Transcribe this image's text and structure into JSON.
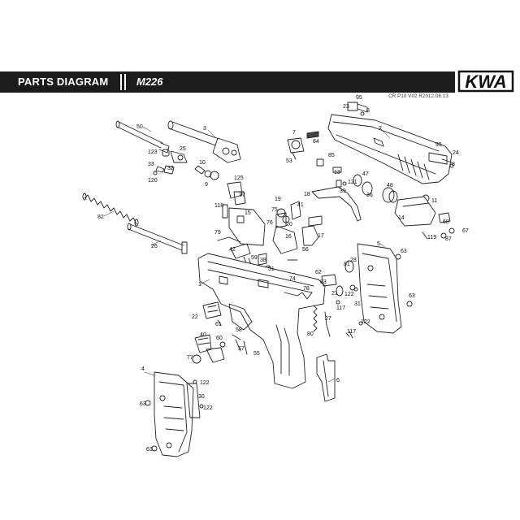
{
  "header": {
    "title": "PARTS DIAGRAM",
    "model": "M226",
    "version": "CR P10 V02 R2012.06.13",
    "brand": "KWA"
  },
  "parts": [
    {
      "id": "p95a",
      "label": "95"
    },
    {
      "id": "p23",
      "label": "23"
    },
    {
      "id": "p8a",
      "label": "8"
    },
    {
      "id": "p2",
      "label": "2"
    },
    {
      "id": "p50",
      "label": "50"
    },
    {
      "id": "p3",
      "label": "3"
    },
    {
      "id": "p7",
      "label": "7"
    },
    {
      "id": "p84",
      "label": "84"
    },
    {
      "id": "p95b",
      "label": "95"
    },
    {
      "id": "p24",
      "label": "24"
    },
    {
      "id": "p8b",
      "label": "8"
    },
    {
      "id": "p123",
      "label": "123"
    },
    {
      "id": "p25",
      "label": "25"
    },
    {
      "id": "p53",
      "label": "53"
    },
    {
      "id": "p85",
      "label": "85"
    },
    {
      "id": "p33",
      "label": "33"
    },
    {
      "id": "p32",
      "label": "32"
    },
    {
      "id": "p10",
      "label": "10"
    },
    {
      "id": "p120",
      "label": "120"
    },
    {
      "id": "p13",
      "label": "13"
    },
    {
      "id": "p121",
      "label": "121"
    },
    {
      "id": "p47",
      "label": "47"
    },
    {
      "id": "p125",
      "label": "125"
    },
    {
      "id": "p9",
      "label": "9"
    },
    {
      "id": "p48",
      "label": "48"
    },
    {
      "id": "p36",
      "label": "36"
    },
    {
      "id": "p37",
      "label": "37"
    },
    {
      "id": "p18",
      "label": "18"
    },
    {
      "id": "p39",
      "label": "39"
    },
    {
      "id": "p11",
      "label": "11"
    },
    {
      "id": "p19",
      "label": "19"
    },
    {
      "id": "p118",
      "label": "118"
    },
    {
      "id": "p75",
      "label": "75"
    },
    {
      "id": "p41",
      "label": "41"
    },
    {
      "id": "p15",
      "label": "15"
    },
    {
      "id": "p20",
      "label": "20"
    },
    {
      "id": "p76",
      "label": "76"
    },
    {
      "id": "p14",
      "label": "14"
    },
    {
      "id": "p68",
      "label": "68"
    },
    {
      "id": "p82",
      "label": "82"
    },
    {
      "id": "p16",
      "label": "16"
    },
    {
      "id": "p17",
      "label": "17"
    },
    {
      "id": "p119",
      "label": "119"
    },
    {
      "id": "p67",
      "label": "67"
    },
    {
      "id": "p87",
      "label": "87"
    },
    {
      "id": "p79",
      "label": "79"
    },
    {
      "id": "p26",
      "label": "26"
    },
    {
      "id": "p42",
      "label": "42"
    },
    {
      "id": "p59",
      "label": "59"
    },
    {
      "id": "p38",
      "label": "38"
    },
    {
      "id": "p56",
      "label": "56"
    },
    {
      "id": "p5",
      "label": "5"
    },
    {
      "id": "p63a",
      "label": "63"
    },
    {
      "id": "p51",
      "label": "51"
    },
    {
      "id": "p28",
      "label": "28"
    },
    {
      "id": "p62",
      "label": "62"
    },
    {
      "id": "p81",
      "label": "81"
    },
    {
      "id": "p74",
      "label": "74"
    },
    {
      "id": "p83",
      "label": "83"
    },
    {
      "id": "p1",
      "label": "1"
    },
    {
      "id": "p78",
      "label": "78"
    },
    {
      "id": "p21",
      "label": "21"
    },
    {
      "id": "p122a",
      "label": "122"
    },
    {
      "id": "p63b",
      "label": "63"
    },
    {
      "id": "p31",
      "label": "31"
    },
    {
      "id": "p117a",
      "label": "117"
    },
    {
      "id": "p22",
      "label": "22"
    },
    {
      "id": "p27",
      "label": "27"
    },
    {
      "id": "p61",
      "label": "61"
    },
    {
      "id": "p80",
      "label": "80"
    },
    {
      "id": "p122b",
      "label": "122"
    },
    {
      "id": "p117b",
      "label": "117"
    },
    {
      "id": "p58",
      "label": "58"
    },
    {
      "id": "p40",
      "label": "40"
    },
    {
      "id": "p60",
      "label": "60"
    },
    {
      "id": "p57",
      "label": "57"
    },
    {
      "id": "p55",
      "label": "55"
    },
    {
      "id": "p77",
      "label": "77"
    },
    {
      "id": "p4",
      "label": "4"
    },
    {
      "id": "p6",
      "label": "6"
    },
    {
      "id": "p122c",
      "label": "122"
    },
    {
      "id": "p30",
      "label": "30"
    },
    {
      "id": "p63c",
      "label": "63"
    },
    {
      "id": "p122d",
      "label": "122"
    },
    {
      "id": "p63d",
      "label": "63"
    }
  ]
}
